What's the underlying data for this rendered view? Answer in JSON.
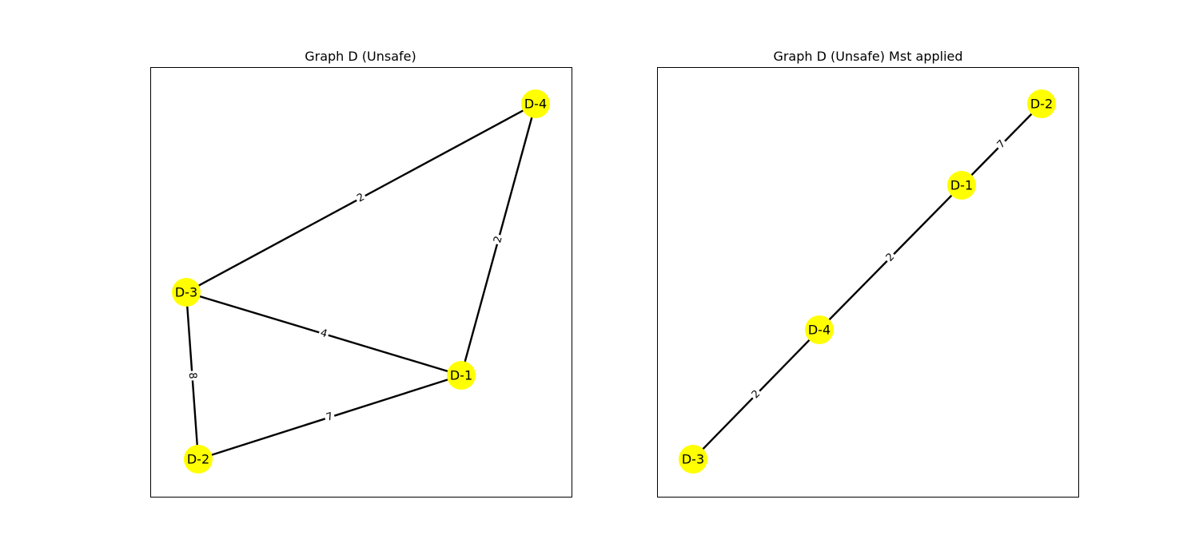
{
  "node_color": "#ffff00",
  "edge_color": "#000000",
  "panels": [
    {
      "title": "Graph D (Unsafe)",
      "nodes": [
        "D-1",
        "D-2",
        "D-3",
        "D-4"
      ],
      "edges": [
        {
          "source": "D-3",
          "target": "D-4",
          "weight": "2"
        },
        {
          "source": "D-1",
          "target": "D-4",
          "weight": "2"
        },
        {
          "source": "D-3",
          "target": "D-1",
          "weight": "4"
        },
        {
          "source": "D-3",
          "target": "D-2",
          "weight": "8"
        },
        {
          "source": "D-2",
          "target": "D-1",
          "weight": "7"
        }
      ]
    },
    {
      "title": "Graph D (Unsafe) Mst applied",
      "nodes": [
        "D-2",
        "D-1",
        "D-4",
        "D-3"
      ],
      "edges": [
        {
          "source": "D-1",
          "target": "D-2",
          "weight": "7"
        },
        {
          "source": "D-4",
          "target": "D-1",
          "weight": "2"
        },
        {
          "source": "D-3",
          "target": "D-4",
          "weight": "2"
        }
      ]
    }
  ]
}
